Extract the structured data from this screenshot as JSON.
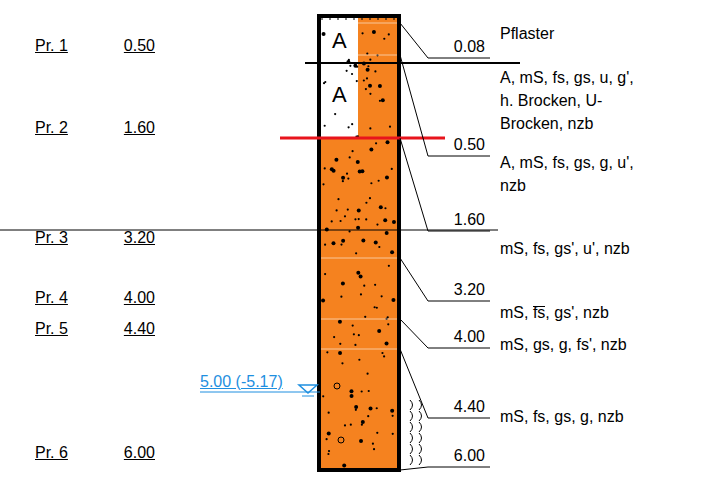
{
  "diagram": {
    "labels": [
      "Pr. 1",
      "0.50",
      "Pr. 2",
      "1.60",
      "Pr. 3",
      "3.20",
      "Pr. 4",
      "4.00",
      "Pr. 5",
      "4.40",
      "Pr. 6",
      "6.00",
      "5.00 (-5.17)",
      "A",
      "A",
      "0.08",
      "0.50",
      "1.60",
      "3.20",
      "4.00",
      "4.40",
      "6.00",
      "Pflaster",
      "A, mS, fs, gs, u, g', h. Brocken, U-Brocken, nzb",
      "A, mS, fs, gs, g, u', nzb",
      "mS, fs, gs', u', nzb",
      "mS, fs, gs', nzb",
      "mS, gs, g, fs', nzb",
      "mS, fs, gs, g, nzb"
    ]
  }
}
